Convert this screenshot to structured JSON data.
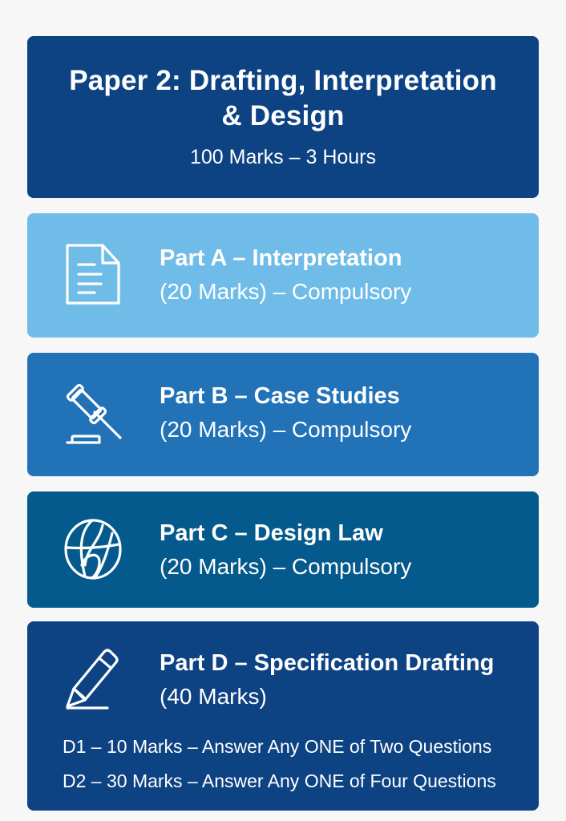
{
  "header": {
    "title": "Paper 2: Drafting, Interpretation & Design",
    "subtitle": "100 Marks – 3 Hours",
    "bg_color": "#0d4283"
  },
  "parts": [
    {
      "id": "A",
      "title": "Part A – Interpretation",
      "marks": "(20 Marks) – Compulsory",
      "icon": "document-icon",
      "bg_color": "#70bce9"
    },
    {
      "id": "B",
      "title": "Part B – Case Studies",
      "marks": "(20 Marks) – Compulsory",
      "icon": "gavel-icon",
      "bg_color": "#2272b8"
    },
    {
      "id": "C",
      "title": "Part C – Design Law",
      "marks": "(20 Marks) – Compulsory",
      "icon": "globe-icon",
      "bg_color": "#045a8c"
    },
    {
      "id": "D",
      "title": "Part D – Specification Drafting",
      "marks": "(40 Marks)",
      "icon": "pencil-icon",
      "bg_color": "#0d4283",
      "sub_items": [
        "D1 – 10 Marks – Answer Any ONE of Two Questions",
        "D2 – 30 Marks – Answer Any ONE of Four Questions"
      ]
    }
  ]
}
